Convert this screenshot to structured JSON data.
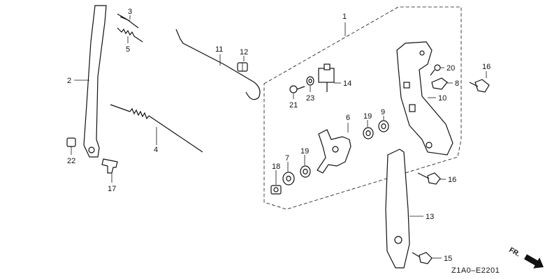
{
  "diagram": {
    "callouts": {
      "p1": "1",
      "p2": "2",
      "p3": "3",
      "p4": "4",
      "p5": "5",
      "p6": "6",
      "p7": "7",
      "p8": "8",
      "p9": "9",
      "p10": "10",
      "p11": "11",
      "p12": "12",
      "p13": "13",
      "p14": "14",
      "p15": "15",
      "p16a": "16",
      "p16b": "16",
      "p17": "17",
      "p18": "18",
      "p19a": "19",
      "p19b": "19",
      "p20": "20",
      "p21": "21",
      "p22": "22",
      "p23": "23"
    },
    "diagram_code": "Z1A0–E2201",
    "front_marker": "FR."
  }
}
